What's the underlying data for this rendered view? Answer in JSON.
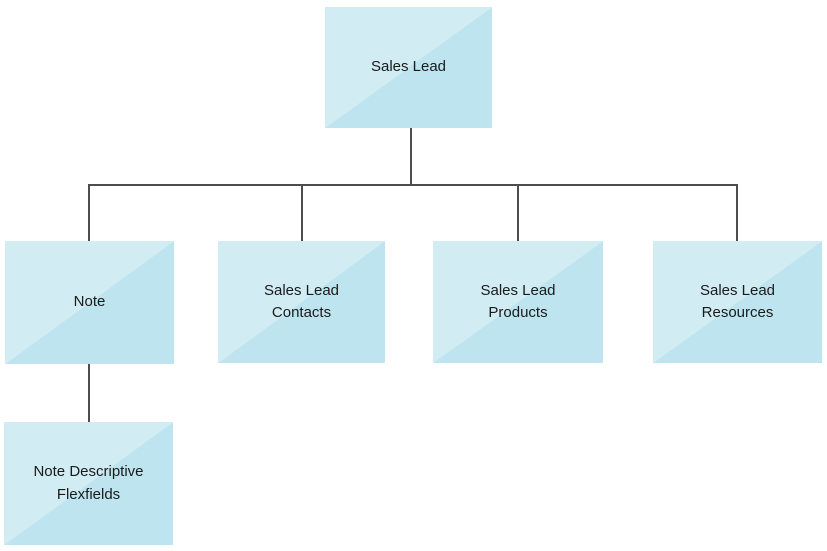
{
  "diagram": {
    "type": "hierarchy",
    "nodes": {
      "root": {
        "label": "Sales Lead"
      },
      "note": {
        "label": "Note"
      },
      "contacts": {
        "label": "Sales Lead Contacts"
      },
      "products": {
        "label": "Sales Lead Products"
      },
      "resources": {
        "label": "Sales Lead Resources"
      },
      "flexfields": {
        "label": "Note Descriptive Flexfields"
      }
    },
    "edges": [
      {
        "from": "Sales Lead",
        "to": "Note"
      },
      {
        "from": "Sales Lead",
        "to": "Sales Lead Contacts"
      },
      {
        "from": "Sales Lead",
        "to": "Sales Lead Products"
      },
      {
        "from": "Sales Lead",
        "to": "Sales Lead Resources"
      },
      {
        "from": "Note",
        "to": "Note Descriptive Flexfields"
      }
    ],
    "colors": {
      "node_fill_light": "#d2ecf4",
      "node_fill_dark": "#bee5ef",
      "connector": "#4d4d4d",
      "text": "#1a1a1a",
      "background": "#ffffff"
    }
  }
}
